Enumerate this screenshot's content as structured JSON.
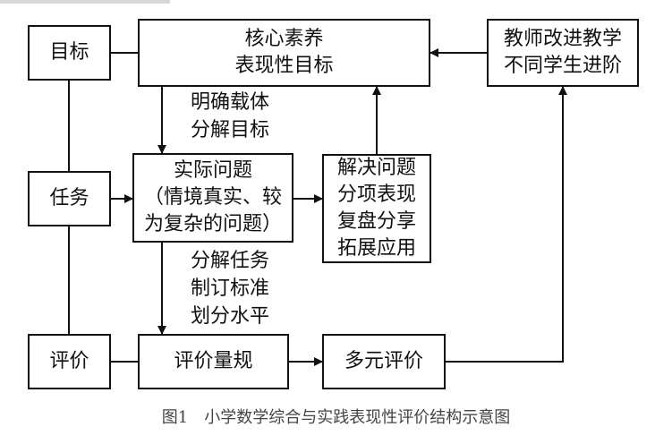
{
  "labels": {
    "goal": "目标",
    "task": "任务",
    "evaluation": "评价"
  },
  "boxes": {
    "core": [
      "核心素养",
      "表现性目标"
    ],
    "teacher": [
      "教师改进教学",
      "不同学生进阶"
    ],
    "problem": [
      "实际问题",
      "（情境真实、较",
      "为复杂的问题）"
    ],
    "solve": [
      "解决问题",
      "分项表现",
      "复盘分享",
      "拓展应用"
    ],
    "rubric": "评价量规",
    "multi": "多元评价"
  },
  "notes": {
    "carrier": [
      "明确载体",
      "分解目标"
    ],
    "decompose": [
      "分解任务",
      "制订标准",
      "划分水平"
    ]
  },
  "caption": "图1　小学数学综合与实践表现性评价结构示意图",
  "colors": {
    "line": "#111111",
    "caption": "#444444",
    "background": "#ffffff"
  }
}
